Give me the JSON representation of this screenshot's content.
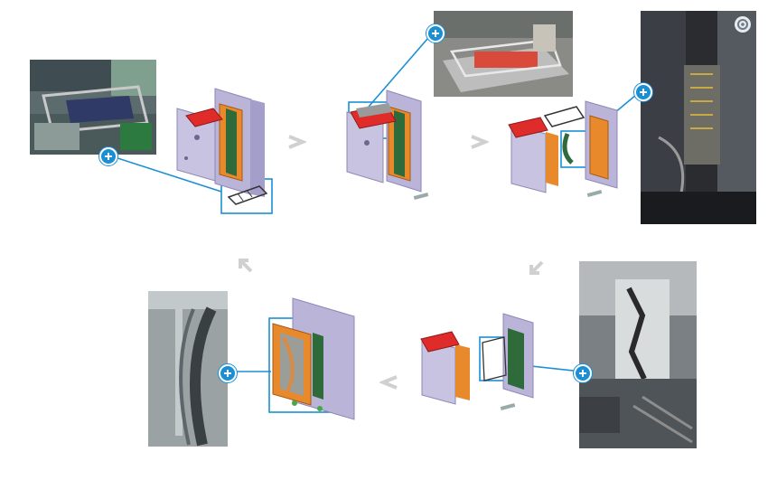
{
  "colors": {
    "accent": "#1b8fd6",
    "arrow": "#d0d0d0",
    "mold_plate": "#b9b4d8",
    "mold_core": "#e8892b",
    "mold_red": "#e02b2b"
  },
  "steps": [
    {
      "id": "step-1",
      "photo": "robot-gripper-photo",
      "icon": "plus-icon"
    },
    {
      "id": "step-2",
      "photo": "gripper-table-photo",
      "icon": "plus-icon"
    },
    {
      "id": "step-3",
      "photo": "machine-cabinet-photo",
      "icon": "plus-icon"
    },
    {
      "id": "step-4",
      "photo": "production-line-photo",
      "icon": "plus-icon"
    },
    {
      "id": "step-5",
      "photo": "mold-closeup-photo",
      "icon": "plus-icon"
    }
  ],
  "settings_icon": "settings-icon"
}
